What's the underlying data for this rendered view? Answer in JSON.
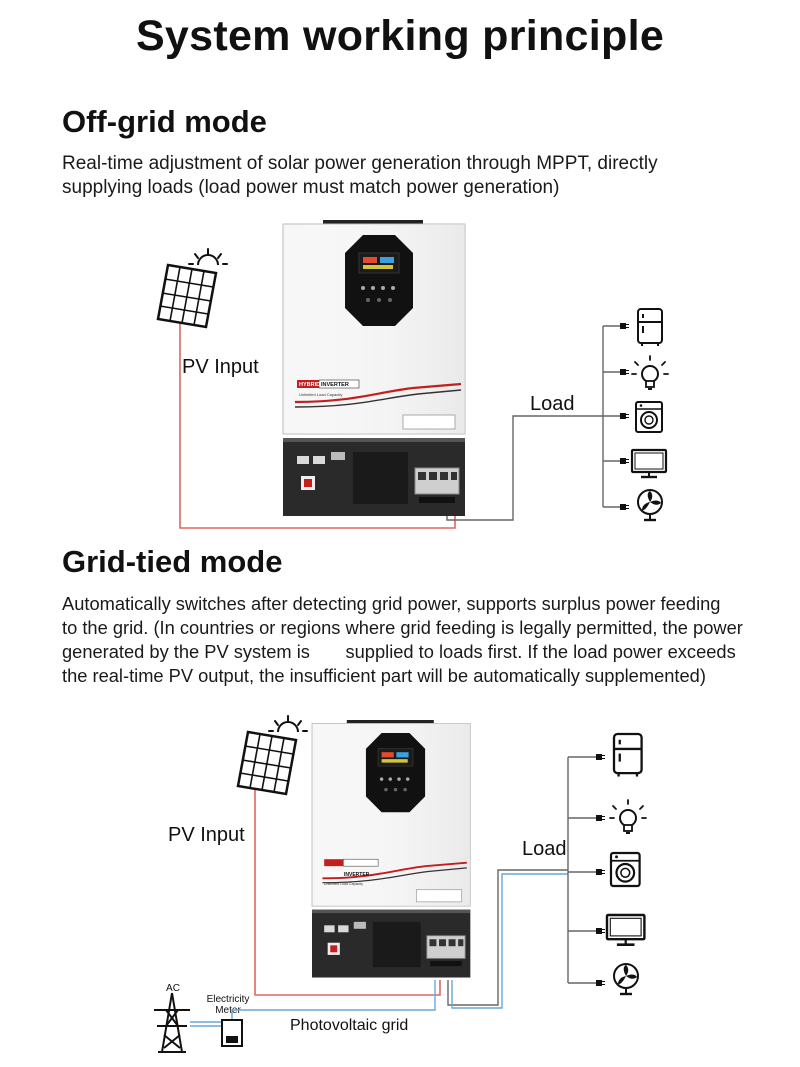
{
  "title": "System working principle",
  "offgrid": {
    "heading": "Off-grid mode",
    "line1": "Real-time adjustment of solar power generation through MPPT, directly",
    "line2": "supplying loads (load power must match power generation)",
    "pv_label": "PV Input",
    "load_label": "Load"
  },
  "gridtied": {
    "heading": "Grid-tied mode",
    "line1": "Automatically switches after detecting grid power, supports surplus power feeding",
    "line2": "to the grid. (In countries or regions where grid feeding is legally permitted, the power",
    "line3": "generated by the PV system is       supplied to loads first. If the load power exceeds",
    "line4": "the real-time PV output, the insufficient part will be automatically supplemented)",
    "pv_label": "PV Input",
    "load_label": "Load",
    "ac_label": "AC",
    "meter_label_1": "Electricity",
    "meter_label_2": "Meter",
    "grid_label": "Photovoltaic grid"
  },
  "inverter": {
    "brand": "HYBRID",
    "model": "INVERTER",
    "tagline": "Unlimited Load Capacity"
  },
  "loads": [
    "fridge-icon",
    "bulb-icon",
    "washer-icon",
    "monitor-icon",
    "fan-icon"
  ],
  "colors": {
    "pv_wire": "#e0675f",
    "load_wire": "#666666",
    "grid_wire": "#6aa7d8",
    "accent": "#c41f1f"
  }
}
